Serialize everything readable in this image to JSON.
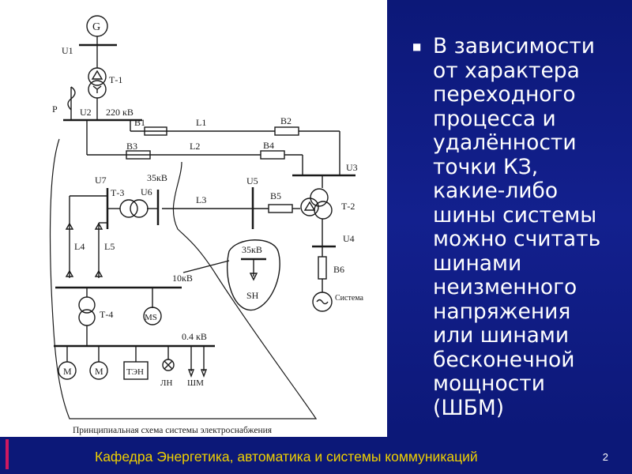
{
  "slide": {
    "bullet_lines": [
      "В зависимости",
      "от характера",
      "переходного",
      "процесса и",
      "удалённости",
      "точки КЗ,",
      "какие-либо",
      "шины системы",
      "можно считать",
      "шинами",
      "неизменного",
      "напряжения",
      "или шинами",
      "бесконечной",
      "мощности",
      "(ШБМ)"
    ],
    "bullet_icon": "square-bullet",
    "footer": "Кафедра  Энергетика, автоматика и системы коммуникаций",
    "page_number": "2"
  },
  "diagram": {
    "caption": "Принципиальная схема системы электроснабжения",
    "generator": "G",
    "u1": "U1",
    "u2": "U2",
    "u3": "U3",
    "u4": "U4",
    "u5": "U5",
    "u6": "U6",
    "u7": "U7",
    "sn": "SН",
    "t1": "Т-1",
    "t2": "Т-2",
    "t3": "Т-3",
    "t4": "Т-4",
    "p": "P",
    "v220": "220 кВ",
    "v35a": "35кВ",
    "v35b": "35кВ",
    "v10": "10кВ",
    "v04": "0.4 кВ",
    "b1": "В1",
    "b2": "В2",
    "b3": "В3",
    "b4": "В4",
    "b5": "В5",
    "b6": "В6",
    "l1": "L1",
    "l2": "L2",
    "l3": "L3",
    "l4": "L4",
    "l5": "L5",
    "sistema": "Система",
    "ms": "MS",
    "m1": "M",
    "m2": "M",
    "ten": "ТЭН",
    "ln": "ЛН",
    "shm": "ШМ",
    "colors": {
      "line": "#1a1a1a",
      "background": "#ffffff",
      "slide_bg": "#0e1a7a",
      "footer_text": "#f0d000",
      "accent": "#d01860"
    }
  }
}
